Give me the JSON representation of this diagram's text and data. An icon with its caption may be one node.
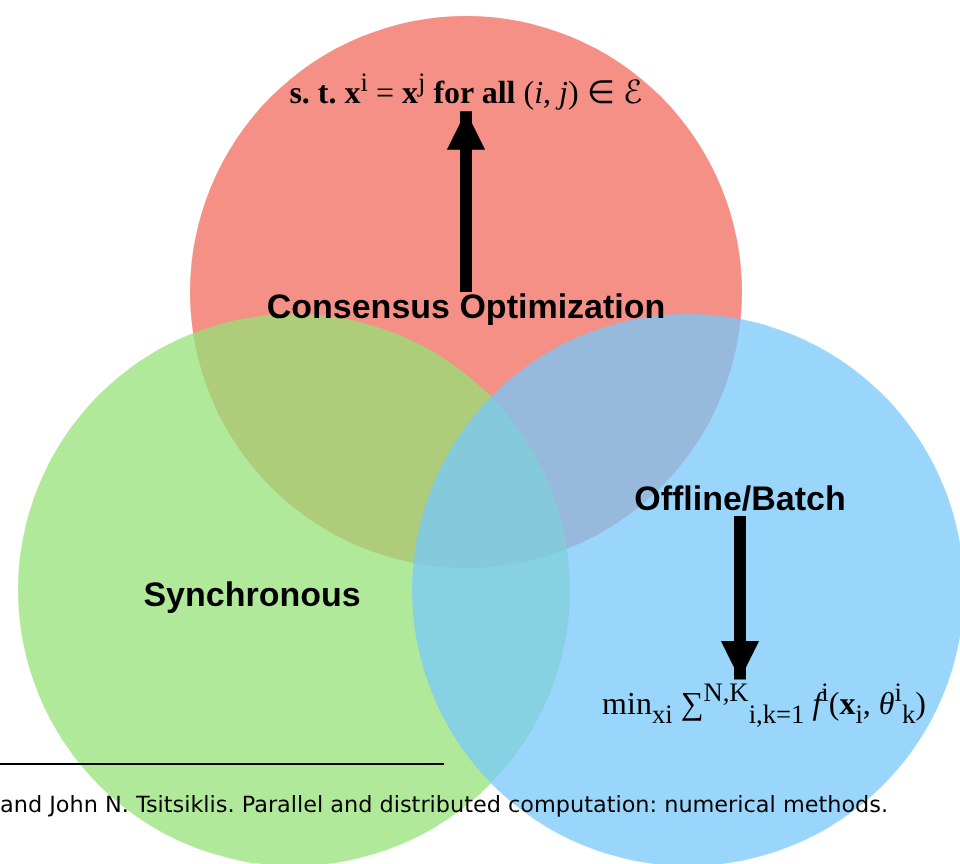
{
  "diagram": {
    "nodes": [
      {
        "text": [],
        "shape": "circle"
      },
      {
        "text": [
          "Consensus Optimization"
        ],
        "in": 0
      },
      {
        "text": [
          "**s. t. x**$^{i}$ = **x**$^{j}$ **for all** (*i*, *j*) ∈ ℰ"
        ],
        "in": 0
      },
      {
        "text": [],
        "shape": "circle"
      },
      {
        "text": [
          "Synchronous"
        ],
        "in": 3
      },
      {
        "text": [],
        "shape": "circle"
      },
      {
        "text": [
          "Offline/Batch"
        ],
        "in": 5
      },
      {
        "text": [
          "min$_{xi}$ ∑$^{N,K}$$_{i,k=1}$ *f*$^{i}$(**x**$_{i}$, *θ*$^{i}$$_{k}$)"
        ],
        "in": 5
      }
    ],
    "edges": [
      {
        "from": 1,
        "to": 2,
        "arrow": "to"
      },
      {
        "from": 6,
        "to": 7,
        "arrow": "to"
      }
    ],
    "labels": [
      "and John N. Tsitsiklis. Parallel and distributed computation: numerical methods."
    ]
  }
}
